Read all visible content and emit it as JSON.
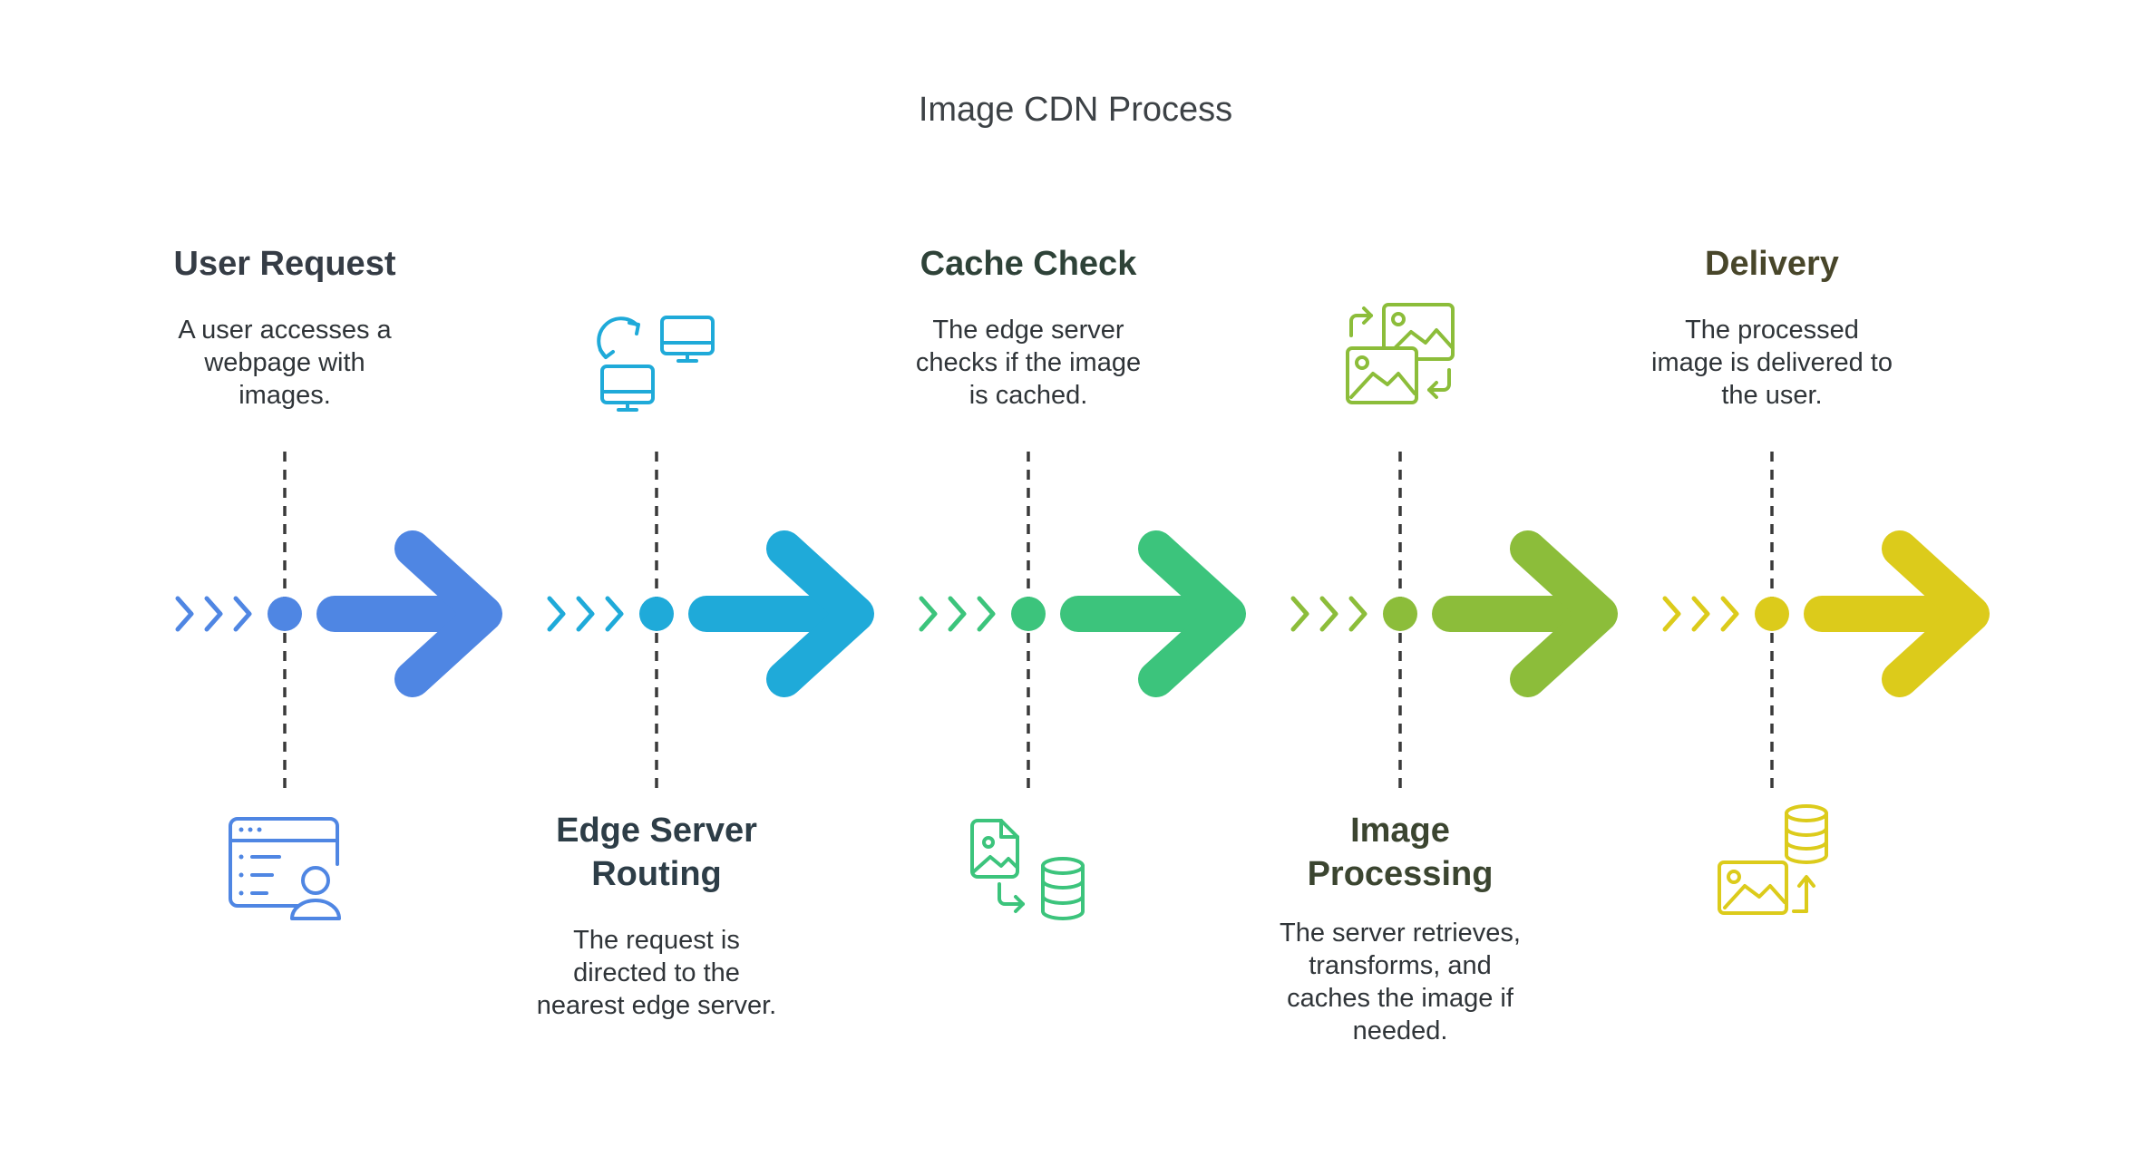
{
  "title": "Image CDN Process",
  "steps": [
    {
      "title_lines": [
        "User Request"
      ],
      "desc_lines": [
        "A user accesses a",
        "webpage with",
        "images."
      ],
      "color": "#4f86e3",
      "title_color": "#353c45",
      "icon": "browser-user-icon"
    },
    {
      "title_lines": [
        "Edge Server",
        "Routing"
      ],
      "desc_lines": [
        "The request is",
        "directed to the",
        "nearest edge server."
      ],
      "color": "#1faad9",
      "title_color": "#2d3d47",
      "icon": "monitors-sync-icon"
    },
    {
      "title_lines": [
        "Cache Check"
      ],
      "desc_lines": [
        "The edge server",
        "checks if the image",
        "is cached."
      ],
      "color": "#3cc47c",
      "title_color": "#2e4238",
      "icon": "image-file-database-icon"
    },
    {
      "title_lines": [
        "Image",
        "Processing"
      ],
      "desc_lines": [
        "The server retrieves,",
        "transforms, and",
        "caches the image if",
        "needed."
      ],
      "color": "#8cbd3a",
      "title_color": "#3b4530",
      "icon": "image-transform-icon"
    },
    {
      "title_lines": [
        "Delivery"
      ],
      "desc_lines": [
        "The processed",
        "image is delivered to",
        "the user."
      ],
      "color": "#dccb1b",
      "title_color": "#48462a",
      "icon": "image-database-upload-icon"
    }
  ]
}
